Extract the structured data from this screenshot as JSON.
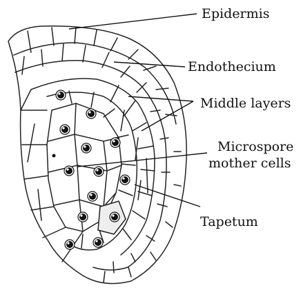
{
  "diagram": {
    "labels": {
      "epidermis": "Epidermis",
      "endothecium": "Endothecium",
      "middle_layers": "Middle layers",
      "microspore_line1": "Microspore",
      "microspore_line2": "mother cells",
      "tapetum": "Tapetum"
    }
  },
  "colors": {
    "ink": "#111111",
    "background": "#ffffff"
  }
}
